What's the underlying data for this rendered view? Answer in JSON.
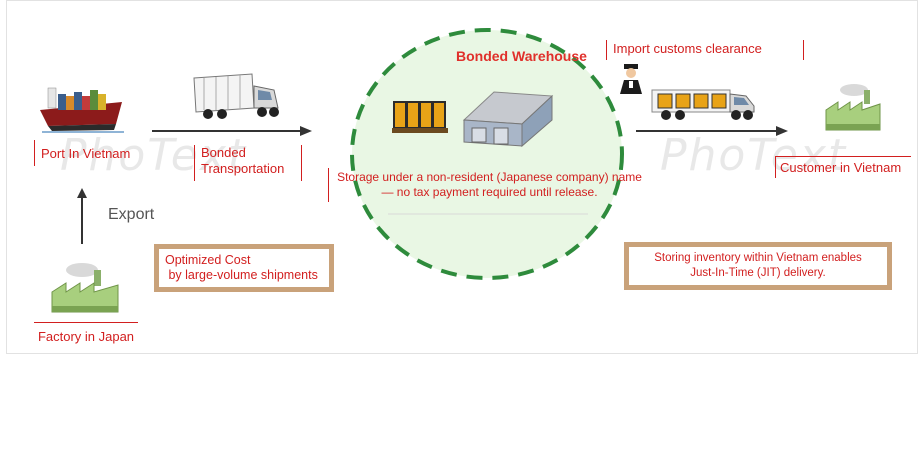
{
  "labels": {
    "port": "Port In Vietnam",
    "bonded_transport": [
      "Bonded",
      "Transportation"
    ],
    "export": "Export",
    "factory": "Factory in Japan",
    "warehouse_title": "Bonded Warehouse",
    "import_clearance": "Import customs clearance",
    "customer": "Customer in Vietnam",
    "storage_line1": "Storage under a non-resident (Japanese company) name",
    "storage_line2": "— no tax payment required until release."
  },
  "notes": {
    "optimized_cost_line1": "Optimized Cost",
    "optimized_cost_line2": " by large-volume shipments",
    "jit_line1": "Storing inventory within Vietnam enables",
    "jit_line2": "Just-In-Time (JIT) delivery."
  },
  "watermark": "PhoText",
  "colors": {
    "accent_red": "#d21f1f",
    "circle_dash": "#2e8b3c",
    "circle_fill": "#e9f7e4",
    "note_border": "#c9a27a"
  },
  "icons": [
    "ship-icon",
    "truck-icon",
    "boxes-icon",
    "warehouse-icon",
    "customs-officer-icon",
    "factory-icon"
  ]
}
